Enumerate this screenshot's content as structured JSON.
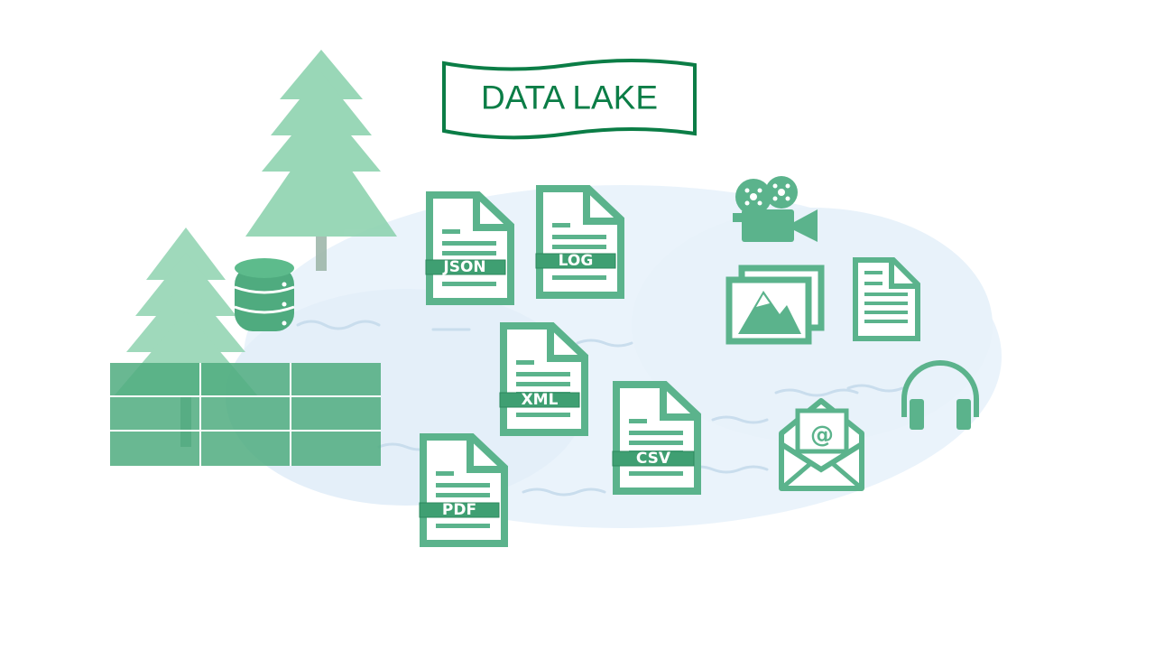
{
  "banner": {
    "title": "DATA LAKE"
  },
  "documents": [
    {
      "label": "JSON"
    },
    {
      "label": "LOG"
    },
    {
      "label": "XML"
    },
    {
      "label": "CSV"
    },
    {
      "label": "PDF"
    }
  ],
  "icons": {
    "tree": "pine-tree-icon",
    "database": "database-icon",
    "table": "table-grid-icon",
    "camera": "video-camera-icon",
    "images": "image-gallery-icon",
    "text_doc": "text-document-icon",
    "headphones": "headphones-icon",
    "email": "email-envelope-icon"
  },
  "colors": {
    "accent": "#5bb38c",
    "accent_dark": "#0b7d46",
    "tree": "#8fd3b0",
    "lake": "#e6f1fa",
    "ripple": "#c7dceb"
  }
}
